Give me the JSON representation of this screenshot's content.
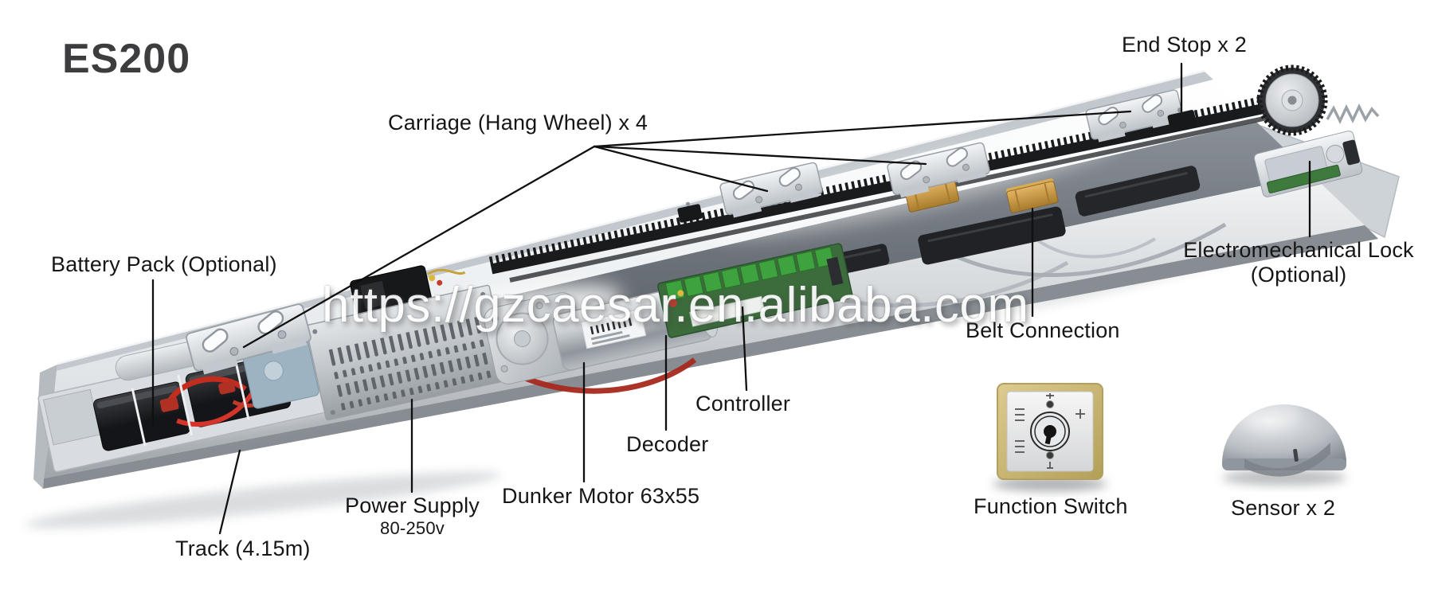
{
  "product": {
    "model": "ES200"
  },
  "watermark": {
    "url_text": "https://gzcaesar.en.alibaba.com"
  },
  "labels": {
    "carriage": "Carriage (Hang Wheel) x 4",
    "end_stop": "End Stop x 2",
    "battery_pack": "Battery Pack (Optional)",
    "electromechanical_lock_line1": "Electromechanical Lock",
    "electromechanical_lock_line2": "(Optional)",
    "belt_connection": "Belt Connection",
    "controller": "Controller",
    "decoder": "Decoder",
    "dunker_motor": "Dunker Motor 63x55",
    "power_supply": "Power Supply",
    "power_supply_voltage": "80-250v",
    "track": "Track (4.15m)",
    "function_switch": "Function Switch",
    "sensor": "Sensor x 2"
  },
  "colors": {
    "label_text": "#161616",
    "title_text": "#3d3d3f",
    "leader_line": "#101010",
    "watermark_text": "#ffffff",
    "belt_color": "#1a1b1d",
    "brass": "#c89443",
    "pcb_green": "#3c6b3c",
    "switch_gold": "#c9b87a",
    "battery_red": "#c22d20",
    "bg": "#ffffff"
  }
}
